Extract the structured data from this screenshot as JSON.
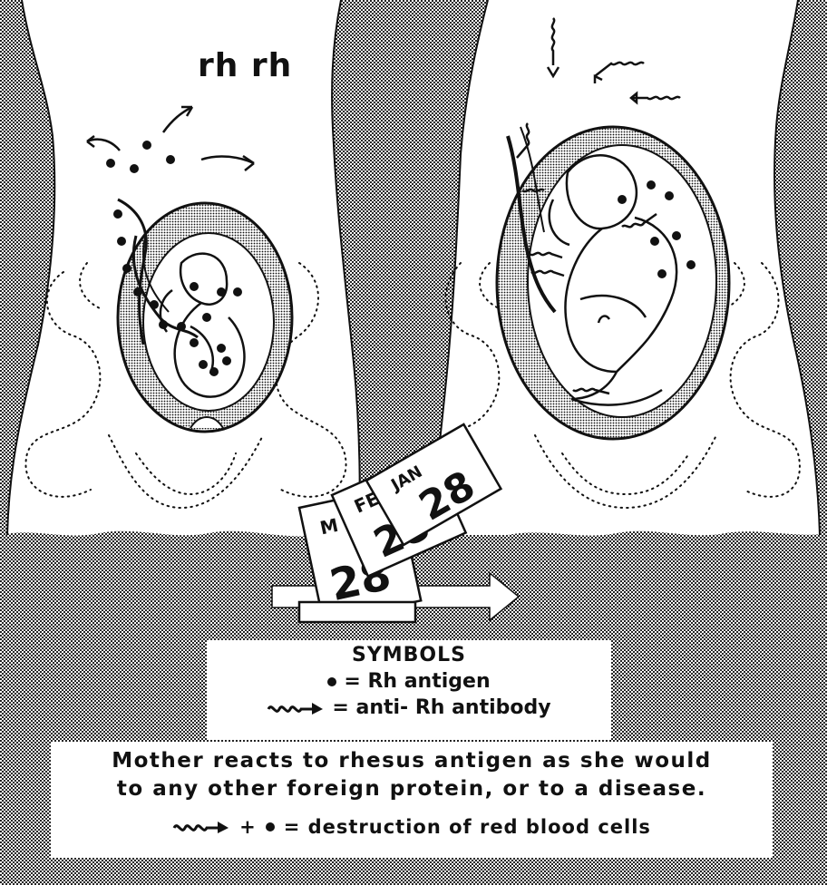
{
  "top_label": "rh rh",
  "calendar": {
    "months": [
      "JAN",
      "FE",
      "M"
    ],
    "day": "28"
  },
  "legend": {
    "title": "SYMBOLS",
    "antigen_text": "= Rh antigen",
    "antibody_text": "= anti- Rh antibody"
  },
  "caption": {
    "line1": "Mother reacts to rhesus antigen as she would",
    "line2": "to any other foreign protein, or to a disease.",
    "equation_text": "= destruction of red blood cells",
    "plus": "+"
  },
  "colors": {
    "ink": "#111111",
    "paper": "#ffffff"
  }
}
